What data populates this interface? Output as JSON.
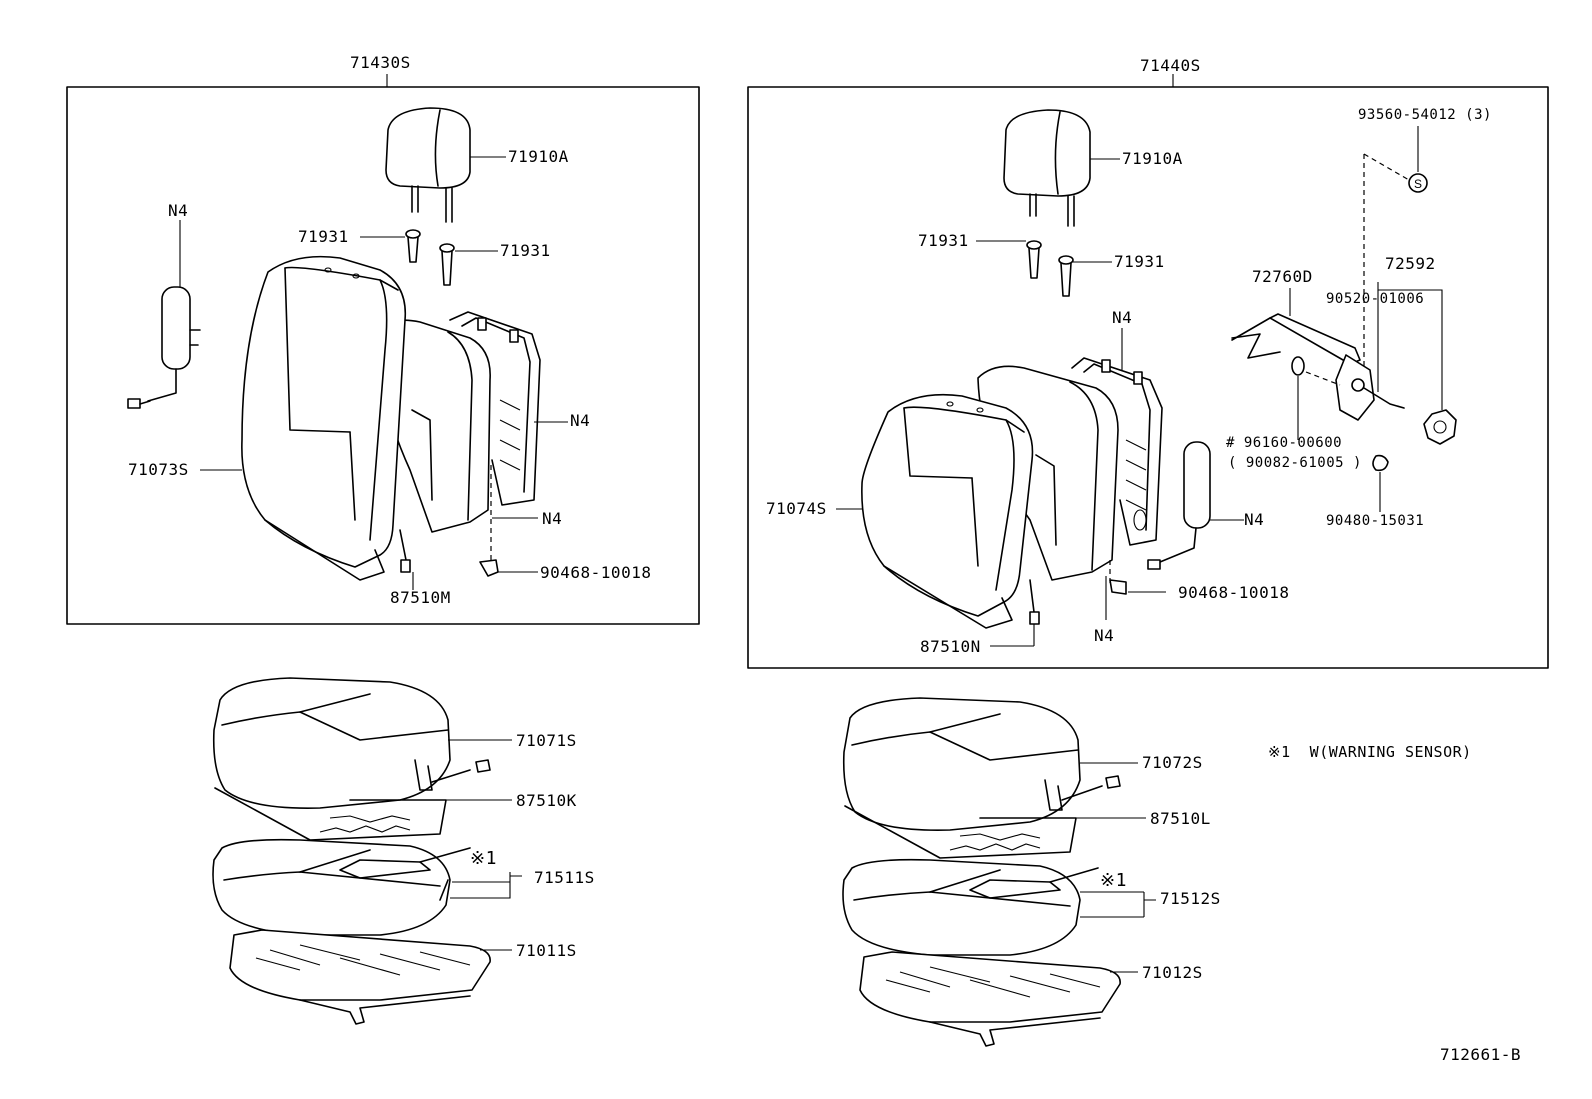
{
  "left_assembly": {
    "title": "71430S",
    "headrest": "71910A",
    "support_left": "71931",
    "support_right": "71931",
    "airbag_label": "N4",
    "frame_label": "N4",
    "lower_label": "N4",
    "back_cover": "71073S",
    "harness": "87510M",
    "clip": "90468-10018"
  },
  "right_assembly": {
    "title": "71440S",
    "headrest": "71910A",
    "support_left": "71931",
    "support_right": "71931",
    "top_label": "N4",
    "bolt": "93560-54012 (3)",
    "bolt_symbol": "S",
    "recliner_cover": "72760D",
    "knob_group": "72592",
    "knob_screw": "90520-01006",
    "washer_line1": "# 96160-00600",
    "washer_line2": "( 90082-61005 )",
    "clip_small": "90480-15031",
    "back_cover": "71074S",
    "airbag_label": "N4",
    "clip": "90468-10018",
    "harness": "87510N",
    "lower_label": "N4"
  },
  "left_cushion": {
    "cover": "71071S",
    "harness": "87510K",
    "sensor_mark": "※1",
    "pad": "71511S",
    "frame": "71011S"
  },
  "right_cushion": {
    "cover": "71072S",
    "harness": "87510L",
    "sensor_mark": "※1",
    "pad": "71512S",
    "frame": "71012S"
  },
  "legend": "※1  W(WARNING SENSOR)",
  "diagram_code": "712661-B"
}
